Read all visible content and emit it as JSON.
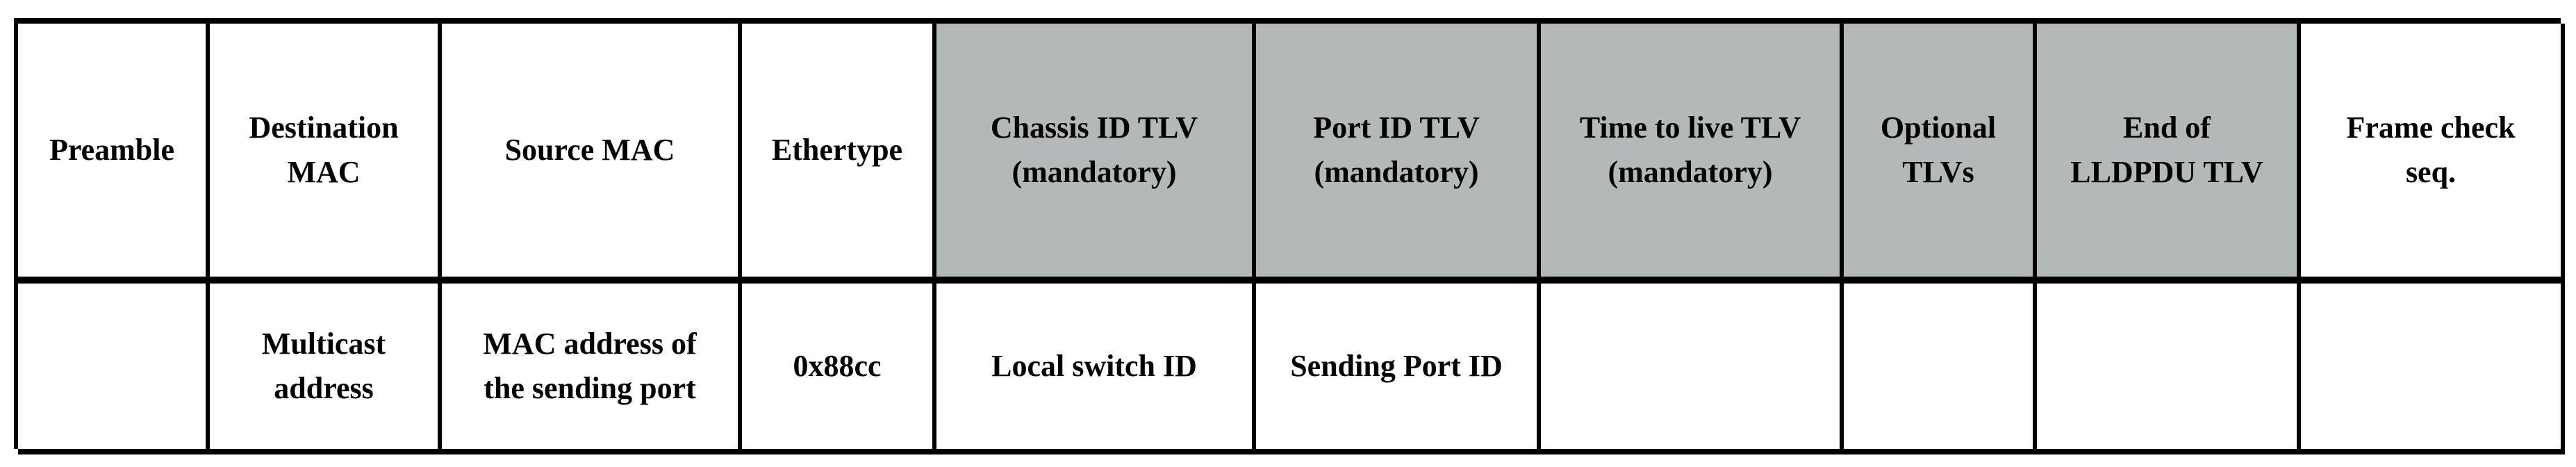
{
  "headers": [
    {
      "label": "Preamble",
      "shaded": false
    },
    {
      "label": "Destination\nMAC",
      "shaded": false
    },
    {
      "label": "Source MAC",
      "shaded": false
    },
    {
      "label": "Ethertype",
      "shaded": false
    },
    {
      "label": "Chassis ID TLV\n(mandatory)",
      "shaded": true
    },
    {
      "label": "Port ID TLV\n(mandatory)",
      "shaded": true
    },
    {
      "label": "Time to live TLV\n(mandatory)",
      "shaded": true
    },
    {
      "label": "Optional\nTLVs",
      "shaded": true
    },
    {
      "label": "End of\nLLDPDU TLV",
      "shaded": true
    },
    {
      "label": "Frame check\nseq.",
      "shaded": false
    }
  ],
  "values": [
    "",
    "Multicast\naddress",
    "MAC address of\nthe sending port",
    "0x88cc",
    "Local switch ID",
    "Sending Port ID",
    "",
    "",
    "",
    ""
  ],
  "colors": {
    "shaded_fill": "#b3b8b8",
    "border": "#000000",
    "background": "#ffffff"
  }
}
